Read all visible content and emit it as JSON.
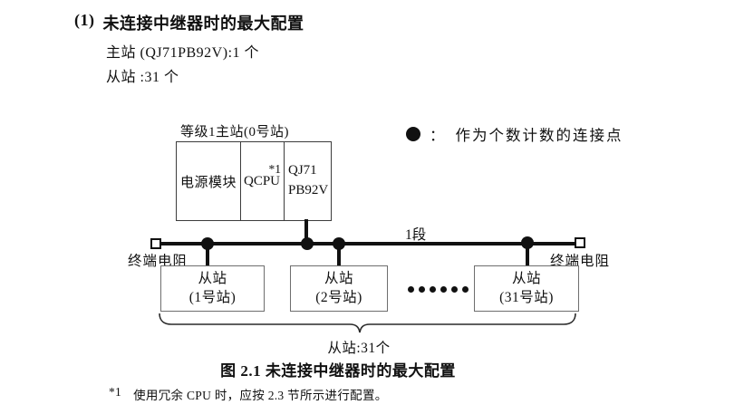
{
  "page": {
    "heading_index": "(1)",
    "heading": "未连接中继器时的最大配置",
    "master_line": "主站 (QJ71PB92V):1 个",
    "slave_line": "从站 :31 个"
  },
  "diagram": {
    "master_label": "等级1主站(0号站)",
    "master_cells": {
      "power": "电源模块",
      "cpu": "QCPU",
      "cpu_note": "*1",
      "module_line1": "QJ71",
      "module_line2": "PB92V"
    },
    "legend": {
      "colon": "：",
      "text": "作为个数计数的连接点"
    },
    "segment_label": "1段",
    "terminator_left": "终端电阻",
    "terminator_right": "终端电阻",
    "slaves": [
      {
        "line1": "从站",
        "line2": "(1号站)"
      },
      {
        "line1": "从站",
        "line2": "(2号站)"
      },
      {
        "line1": "从站",
        "line2": "(31号站)"
      }
    ],
    "brace_label": "从站:31个"
  },
  "caption": "图 2.1 未连接中继器时的最大配置",
  "footnote": {
    "marker": "*1",
    "text": "使用冗余 CPU 时，应按 2.3 节所示进行配置。"
  },
  "icons": {
    "connection_point": "filled-circle",
    "terminating_resistor": "open-square",
    "ellipsis": "six-dots"
  },
  "colors": {
    "ink": "#111111",
    "master_box_border": "#3c3c3c",
    "slave_box_border": "#6e6e6e",
    "background": "#ffffff"
  }
}
